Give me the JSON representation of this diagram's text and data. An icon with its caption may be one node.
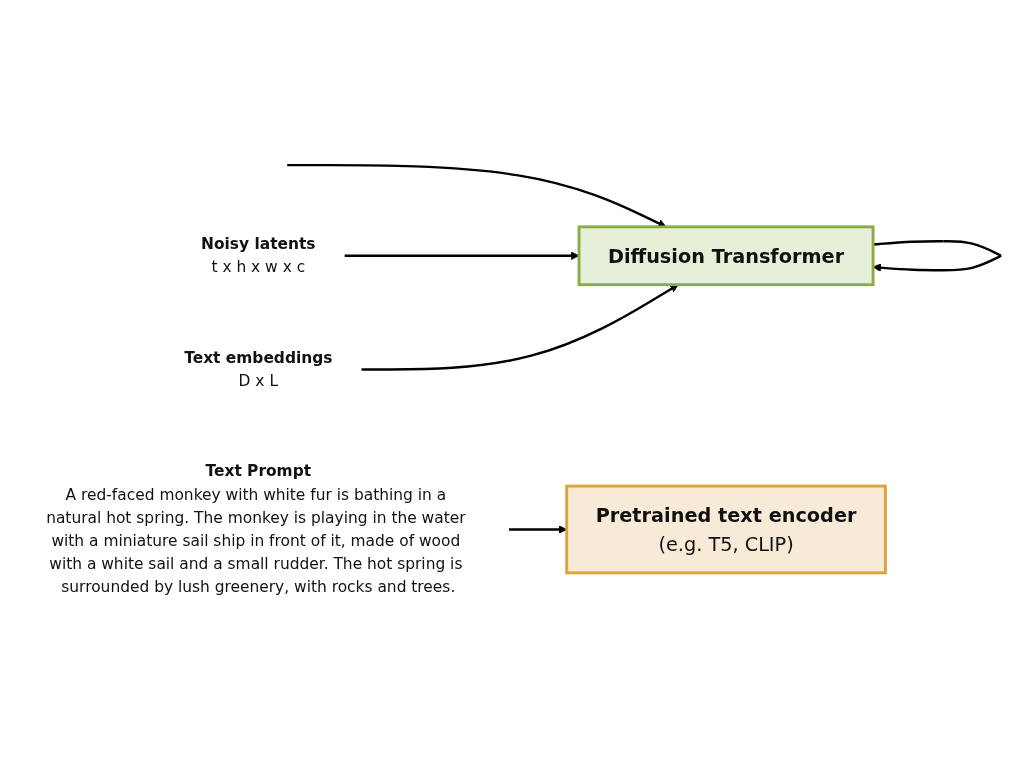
{
  "diagram": {
    "nodes": [
      {
        "text": [
          "Noisy latents",
          "t x h x w x c"
        ]
      },
      {
        "text": [
          "Text embeddings",
          "D x L"
        ]
      },
      {
        "text": [
          "Diffusion Transformer"
        ]
      },
      {
        "text": [
          "Pretrained text encoder",
          "(e.g. T5, CLIP)"
        ]
      },
      {
        "text": [
          "Text Prompt",
          "A red-faced monkey with white fur is bathing in a natural hot spring. The monkey is playing in the water with a miniature sail ship in front of it, made of wood with a white sail and a small rudder. The hot spring is surrounded by lush greenery, with rocks and trees."
        ]
      }
    ],
    "edges": [
      {
        "from": null,
        "to": 2,
        "arrow": "to"
      },
      {
        "from": 0,
        "to": 2,
        "arrow": "to"
      },
      {
        "from": 1,
        "to": 2,
        "arrow": "to"
      },
      {
        "from": 4,
        "to": 3,
        "arrow": "to"
      },
      {
        "from": 2,
        "to": 2,
        "arrow": "to"
      }
    ]
  }
}
